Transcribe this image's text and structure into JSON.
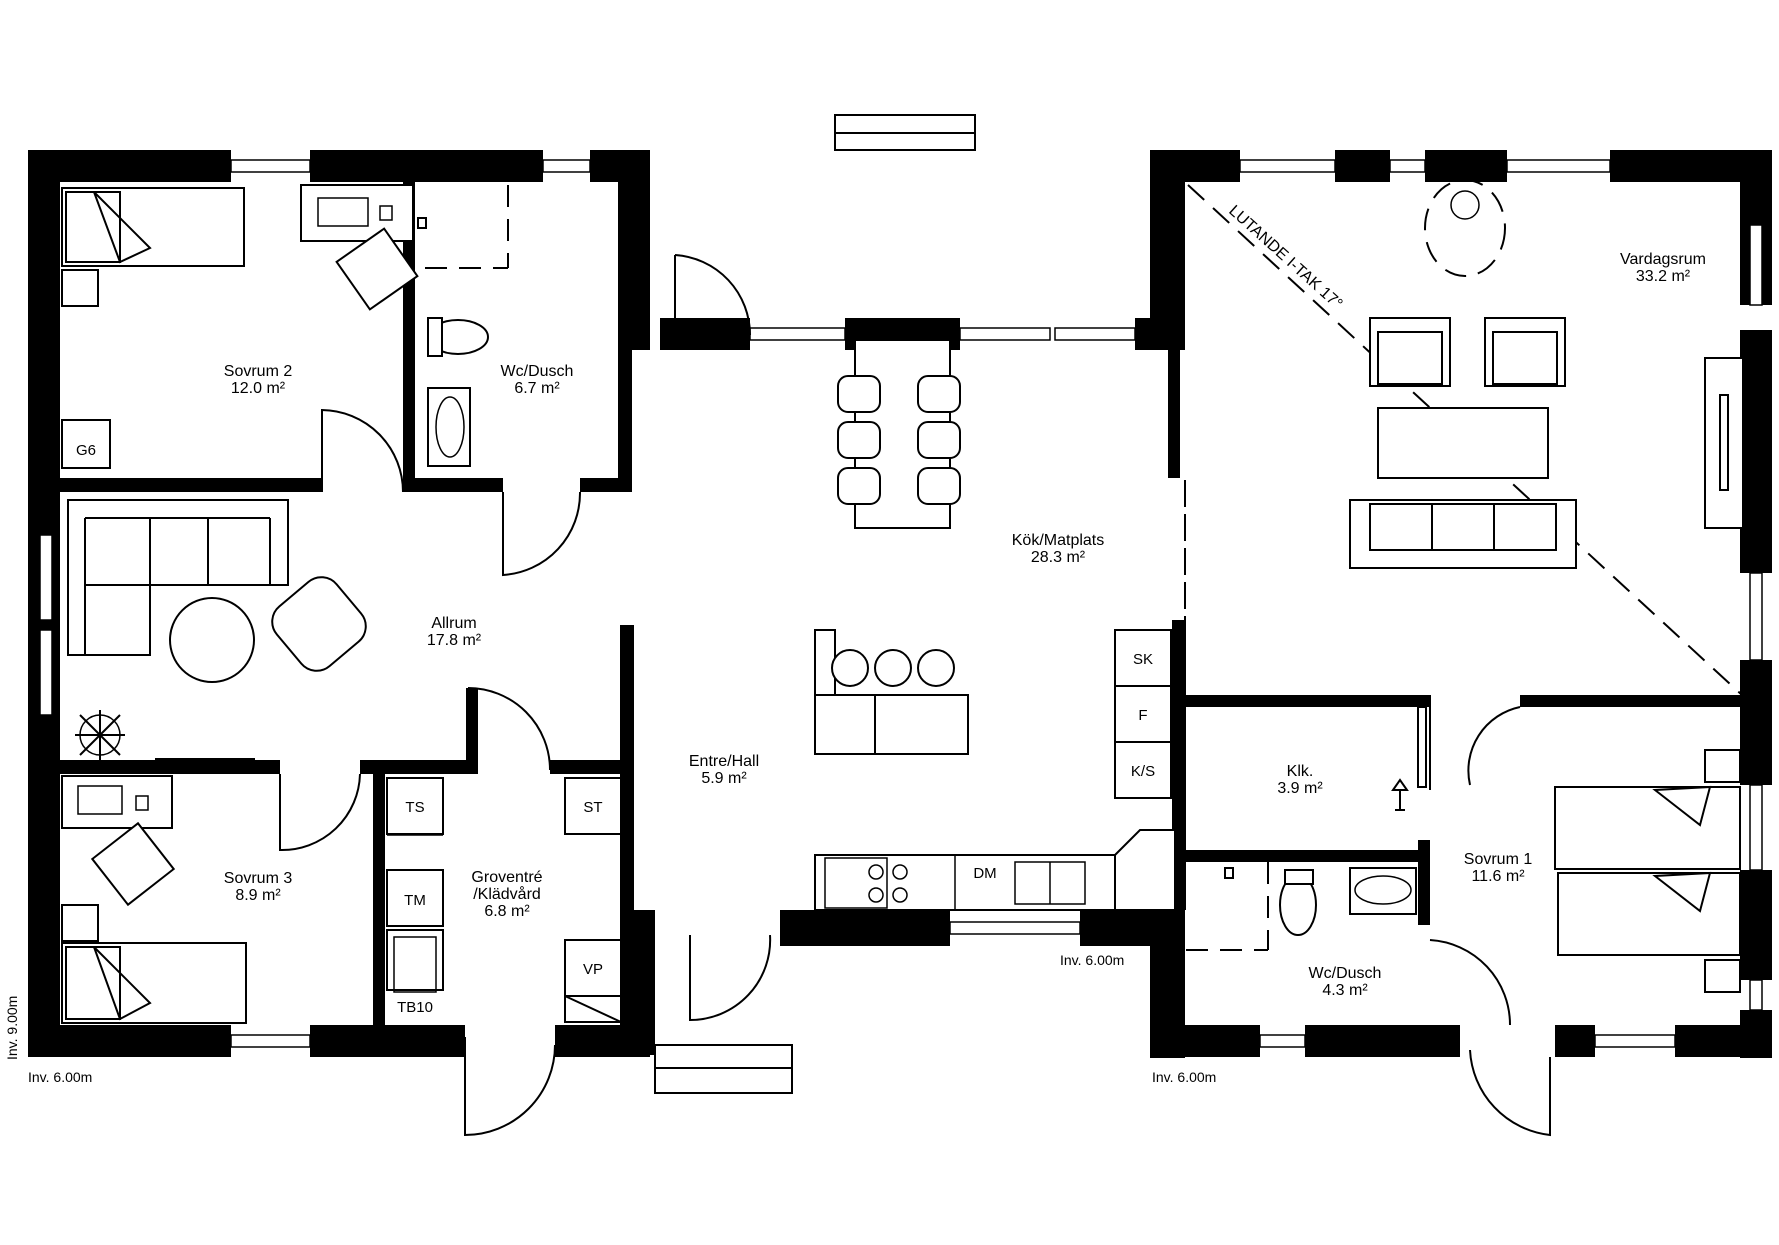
{
  "rooms": {
    "sovrum2": {
      "name": "Sovrum 2",
      "area": "12.0 m²"
    },
    "wc_dusch_top": {
      "name": "Wc/Dusch",
      "area": "6.7 m²"
    },
    "allrum": {
      "name": "Allrum",
      "area": "17.8 m²"
    },
    "sovrum3": {
      "name": "Sovrum 3",
      "area": "8.9 m²"
    },
    "groventre": {
      "name1": "Groventré",
      "name2": "/Klädvård",
      "area": "6.8 m²"
    },
    "entre": {
      "name": "Entre/Hall",
      "area": "5.9 m²"
    },
    "kok": {
      "name": "Kök/Matplats",
      "area": "28.3 m²"
    },
    "vardagsrum": {
      "name": "Vardagsrum",
      "area": "33.2 m²"
    },
    "klk": {
      "name": "Klk.",
      "area": "3.9 m²"
    },
    "sovrum1": {
      "name": "Sovrum 1",
      "area": "11.6 m²"
    },
    "wc_dusch_right": {
      "name": "Wc/Dusch",
      "area": "4.3 m²"
    }
  },
  "fixtures": {
    "g6": "G6",
    "ts": "TS",
    "tm": "TM",
    "tb10": "TB10",
    "st": "ST",
    "vp": "VP",
    "sk": "SK",
    "f": "F",
    "ks": "K/S",
    "dm": "DM"
  },
  "notes": {
    "ceiling": "LUTANDE I-TAK 17°",
    "inv_left": "Inv. 6.00m",
    "inv_mid_right": "Inv. 6.00m",
    "inv_kitchen": "Inv. 6.00m",
    "inv_vertical": "Inv. 9.00m"
  }
}
